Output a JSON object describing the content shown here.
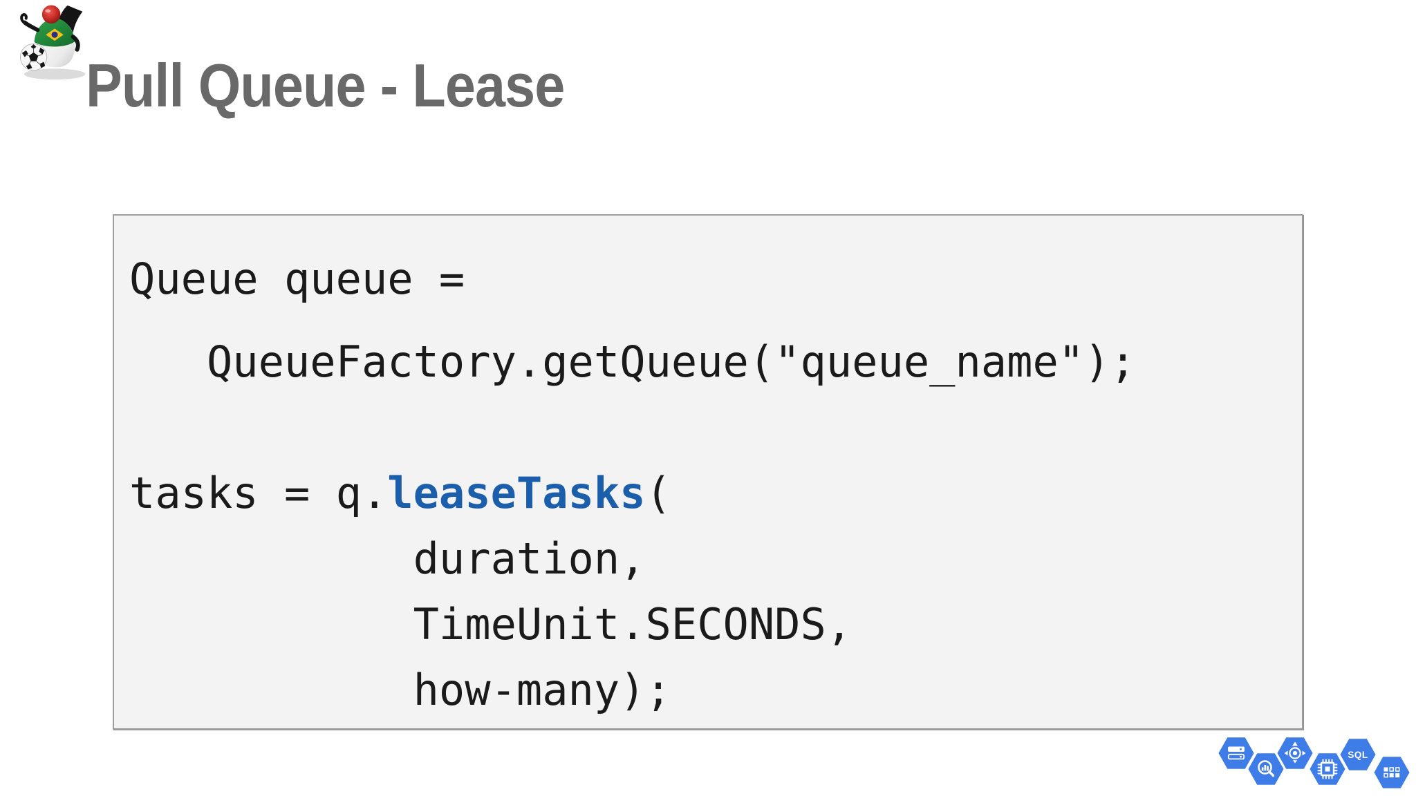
{
  "slide": {
    "background": "#FFFFFF",
    "logo": {
      "name": "java-duke-brazil-mascot",
      "description": "Java Duke mascot wearing Brazil shirt with soccer ball"
    },
    "title": {
      "text": "Pull Queue - Lease",
      "color": "#696969"
    },
    "code_block": {
      "background": "#F4F3F3",
      "border_color": "#9E9E9E",
      "text_color": "#1A1A1A",
      "keyword_color": "#1B5EAC",
      "lines": [
        {
          "segments": [
            {
              "t": "Queue queue =",
              "k": false
            }
          ]
        },
        {
          "segments": [
            {
              "t": "   QueueFactory.getQueue(\"queue_name\");",
              "k": false
            }
          ]
        },
        {
          "segments": [
            {
              "t": " ",
              "k": false
            }
          ]
        },
        {
          "segments": [
            {
              "t": "tasks = q.",
              "k": false
            },
            {
              "t": "leaseTasks",
              "k": true
            },
            {
              "t": "(",
              "k": false
            }
          ]
        },
        {
          "segments": [
            {
              "t": "           duration,",
              "k": false
            }
          ]
        },
        {
          "segments": [
            {
              "t": "           TimeUnit.SECONDS,",
              "k": false
            }
          ]
        },
        {
          "segments": [
            {
              "t": "           how-many);",
              "k": false
            }
          ]
        }
      ]
    },
    "footer_icons": {
      "hex_color": "#3E7CE8",
      "items": [
        {
          "name": "cloud-storage",
          "glyph": "storage-bars"
        },
        {
          "name": "bigquery",
          "glyph": "magnifier-chart"
        },
        {
          "name": "app-engine",
          "glyph": "turbine-compass"
        },
        {
          "name": "compute-engine",
          "glyph": "cpu-chip"
        },
        {
          "name": "cloud-sql",
          "glyph": "sql-text",
          "label": "SQL"
        },
        {
          "name": "cloud-datastore",
          "glyph": "squares-grid"
        }
      ]
    }
  }
}
